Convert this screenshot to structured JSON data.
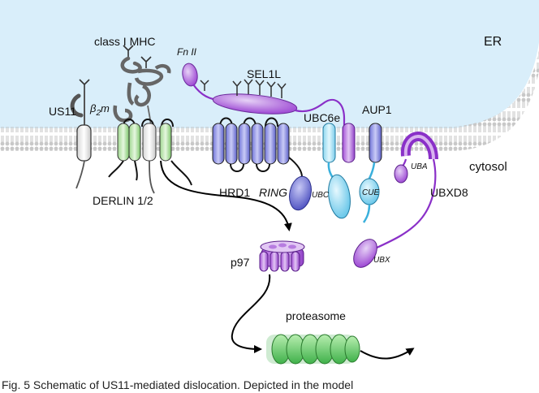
{
  "labels": {
    "er": "ER",
    "cytosol": "cytosol",
    "us11": "US11",
    "class1_mhc": "class I MHC",
    "b2m_beta": "β",
    "b2m_sub": "2",
    "b2m_m": "m",
    "derlin": "DERLIN 1/2",
    "fn2": "Fn II",
    "sel1l": "SEL1L",
    "hrd1": "HRD1",
    "ring": "RING",
    "ubc6e": "UBC6e",
    "ubc": "UBC",
    "aup1": "AUP1",
    "cue": "CUE",
    "uba": "UBA",
    "ubxd8": "UBXD8",
    "ubx": "UBX",
    "p97": "p97",
    "proteasome": "proteasome"
  },
  "caption": "Fig. 5 Schematic of US11-mediated dislocation. Depicted in the model"
}
